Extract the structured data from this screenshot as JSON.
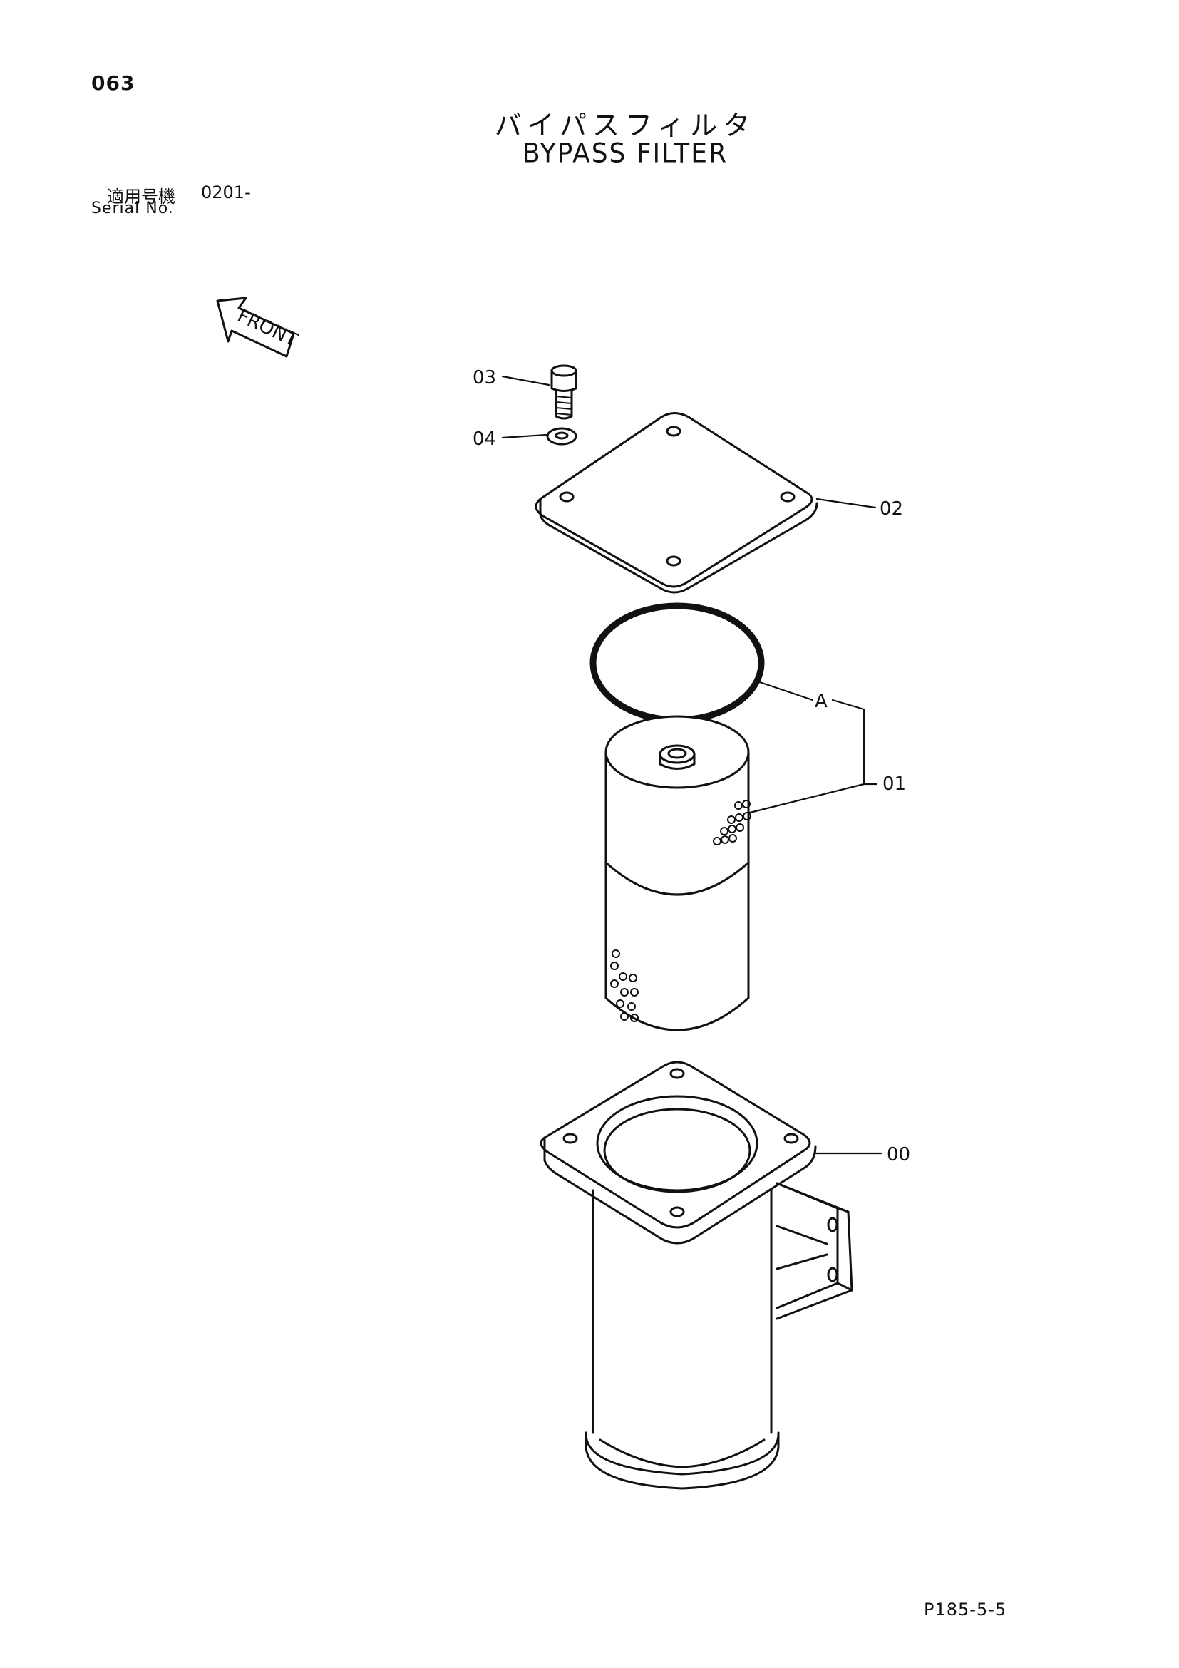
{
  "header": {
    "page_number": "063",
    "title_jp": "バイパスフィルタ",
    "title_en": "BYPASS FILTER"
  },
  "serial": {
    "label_jp": "適用号機",
    "value": "0201-",
    "label_en": "Serial No."
  },
  "direction_arrow": {
    "label": "FRONT",
    "icon": "front-arrow-icon"
  },
  "callouts": {
    "bolt": "03",
    "washer": "04",
    "cover": "02",
    "group": "A",
    "element": "01",
    "case": "00"
  },
  "footer": {
    "code": "P185-5-5"
  }
}
